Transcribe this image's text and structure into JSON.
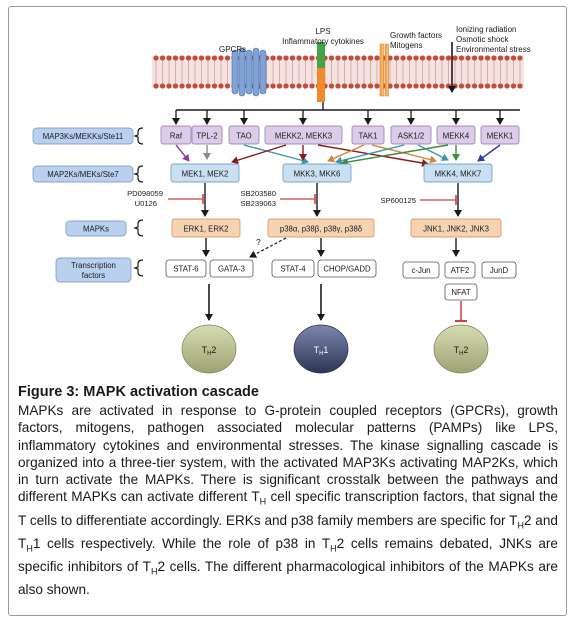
{
  "stimuli": {
    "gpcrs": "GPCRs",
    "lps": [
      "LPS",
      "Inflammatory cytokines"
    ],
    "growth": [
      "Growth factors",
      "Mitogens"
    ],
    "stress": [
      "Ionizing radiation",
      "Osmotic shock",
      "Environmental stress"
    ]
  },
  "tiers": {
    "map3k": "MAP3Ks/MEKKs/Ste11",
    "map2k": "MAP2Ks/MEKs/Ste7",
    "mapk": "MAPKs",
    "tf": [
      "Transcription",
      "factors"
    ]
  },
  "map3k_boxes": [
    "Raf",
    "TPL-2",
    "TAO",
    "MEKK2, MEKK3",
    "TAK1",
    "ASK1/2",
    "MEKK4",
    "MEKK1"
  ],
  "map2k_boxes": [
    "MEK1, MEK2",
    "MKK3, MKK6",
    "MKK4, MKK7"
  ],
  "mapk_boxes": [
    "ERK1, ERK2",
    "p38α, p38β, p38γ, p38δ",
    "JNK1, JNK2, JNK3"
  ],
  "question_mark": "?",
  "inhibitors": {
    "mek": [
      "PD098059",
      "U0126"
    ],
    "p38": [
      "SB203580",
      "SB239063"
    ],
    "jnk": "SP600125"
  },
  "tf_boxes": {
    "stat6": "STAT-6",
    "gata3": "GATA-3",
    "stat4": "STAT-4",
    "chop": "CHOP/GADD",
    "cjun": "c-Jun",
    "atf2": "ATF2",
    "jund": "JunD",
    "nfat": "NFAT"
  },
  "cells": {
    "th2_left": {
      "main": "T",
      "sub": "H",
      "tail": "2"
    },
    "th1": {
      "main": "T",
      "sub": "H",
      "tail": "1"
    },
    "th2_right": {
      "main": "T",
      "sub": "H",
      "tail": "2"
    }
  },
  "colors": {
    "membrane_head": "#c24b3f",
    "gpcr_blue": "#7fa3d6",
    "map3k_fill": "#dccbe9",
    "map2k_fill": "#c9dff2",
    "mapk_fill": "#f6d3b3",
    "tier_label_fill": "#b9d1ee",
    "th2_cell": "#c2c79a",
    "th1_cell": "#4b5478",
    "inhibitor_red": "#d23c3c"
  },
  "caption": {
    "title": "Figure 3: MAPK activation cascade",
    "body": "MAPKs are activated in response to G-protein coupled receptors (GPCRs), growth factors, mitogens, pathogen associated molecular patterns (PAMPs) like LPS, inflammatory cytokines and environmental stresses. The kinase signalling cascade is organized into a three-tier system, with the activated MAP3Ks activating MAP2Ks, which in turn activate the MAPKs. There is significant crosstalk between the pathways and different MAPKs can activate different TH cell specific transcription factors, that signal the T cells to differentiate accordingly. ERKs and p38 family members are specific for TH2 and TH1 cells respectively. While the role of p38 in TH2 cells remains debated, JNKs are specific inhibitors of TH2 cells. The different pharmacological inhibitors of the MAPKs are also shown."
  }
}
